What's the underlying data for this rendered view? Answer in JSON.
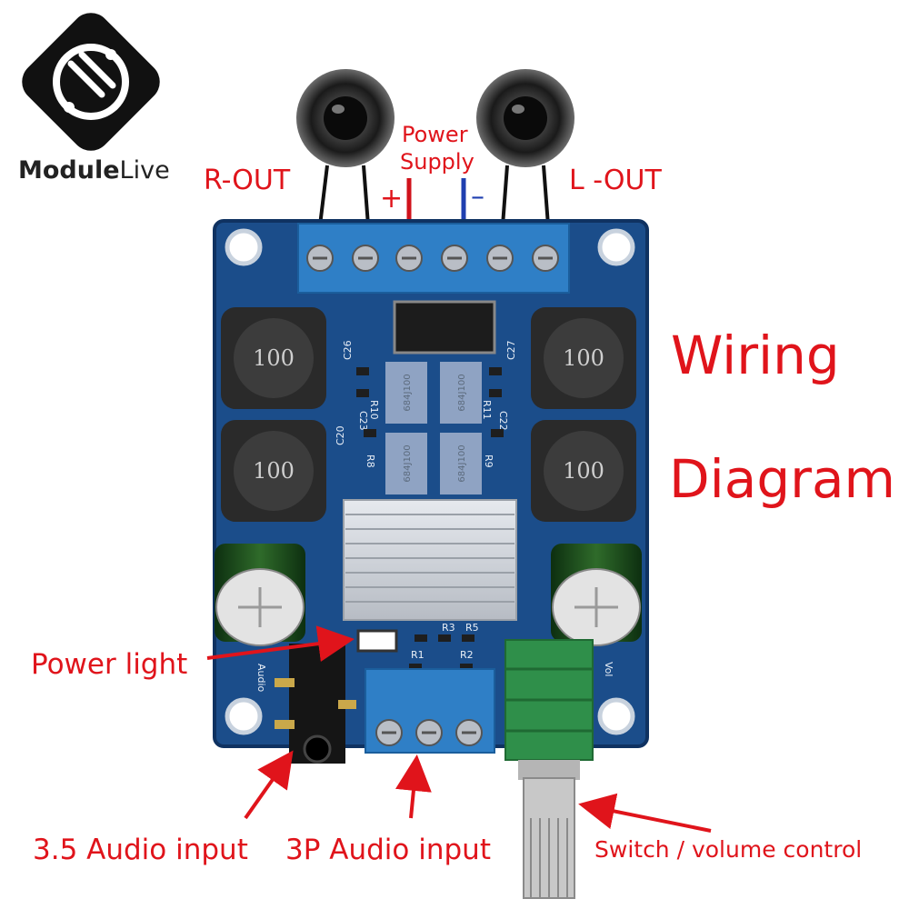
{
  "brand": {
    "name_bold": "Module",
    "name_light": "Live",
    "logo": "circuit-hand-logo"
  },
  "title": {
    "line1": "Wiring",
    "line2": "Diagram"
  },
  "outputs": {
    "right": "R-OUT",
    "left": "L -OUT"
  },
  "power": {
    "line1": "Power",
    "line2": "Supply",
    "plus": "+",
    "minus": "–"
  },
  "callouts": {
    "power_light": "Power light",
    "audio_jack": "3.5 Audio input",
    "audio_3p": "3P Audio input",
    "volume": "Switch / volume control"
  },
  "board": {
    "inductor_marking": "100",
    "capacitor_marking": "684J100",
    "silkscreen": [
      "C26",
      "C27",
      "C20",
      "R10",
      "R11",
      "R8",
      "R9",
      "C23",
      "C22",
      "R1",
      "R2",
      "R3",
      "R5",
      "Vol",
      "Audio"
    ]
  },
  "colors": {
    "label": "#e0141b",
    "pcb": "#1b4d8a",
    "terminal": "#2f7fc6",
    "wire_plus": "#d0121b",
    "wire_minus": "#1f3fb0",
    "pot": "#2f8f4a"
  }
}
